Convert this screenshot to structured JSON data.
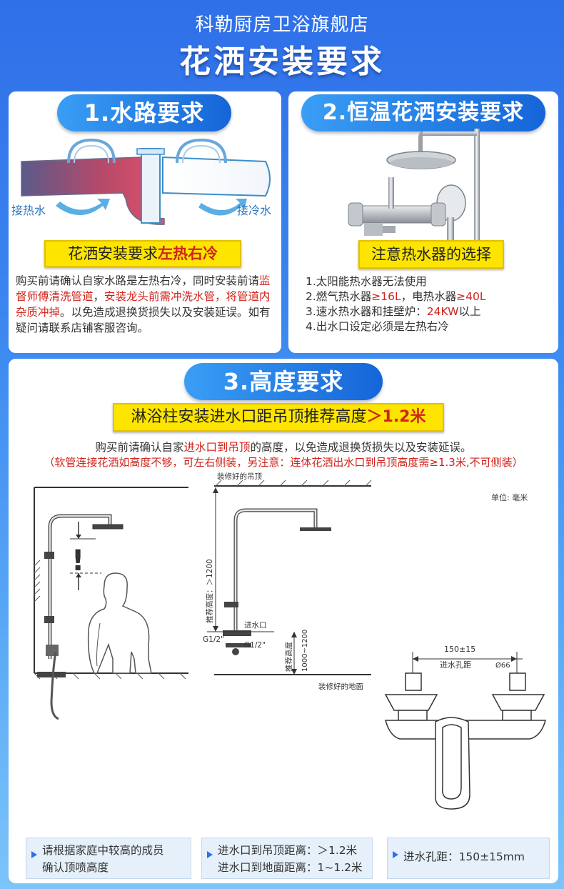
{
  "header": {
    "store": "科勒厨房卫浴旗舰店",
    "title": "花洒安装要求"
  },
  "section1": {
    "title": "1.水路要求",
    "label_hot": "接热水",
    "label_cold": "接冷水",
    "highlight_prefix": "花洒安装要求",
    "highlight_red": "左热右冷",
    "desc_p1": "购买前请确认自家水路是左热右冷，同时安装前请",
    "desc_red1": "监督师傅清洗管道",
    "desc_p2": "，",
    "desc_red2": "安装龙头前需冲洗水管，将管道内杂质冲掉",
    "desc_p3": "。以免造成退换货损失以及安装延误。如有疑问请联系店铺客服咨询。"
  },
  "section2": {
    "title": "2.恒温花洒安装要求",
    "highlight": "注意热水器的选择",
    "item1": "1.太阳能热水器无法使用",
    "item2_a": "2.燃气热水器",
    "item2_b": "≥16L",
    "item2_c": "，电热水器",
    "item2_d": "≥40L",
    "item3_a": "3.速水热水器和挂壁炉：",
    "item3_b": "24KW",
    "item3_c": "以上",
    "item4": "4.出水口设定必须是左热右冷"
  },
  "section3": {
    "title": "3.高度要求",
    "highlight_prefix": "淋浴柱安装进水口距吊顶推荐高度",
    "highlight_red": "＞1.2米",
    "desc_a": "购买前请确认自家",
    "desc_b": "进水口到吊顶",
    "desc_c": "的高度，以免造成退换货损失以及安装延误。",
    "warning": "（软管连接花洒如高度不够，可左右侧装，另注意：连体花洒出水口到吊顶高度需≥1.3米,不可侧装）",
    "diagram": {
      "ceiling": "装修好的吊顶",
      "floor": "装修好的地面",
      "unit": "单位: 毫米",
      "rec_height_top": "推荐高度：＞1200",
      "inlet": "进水口",
      "g_left": "G1/2\"",
      "g_right": "G1/2\"",
      "rec_height_bottom_a": "推荐高度",
      "rec_height_bottom_b": "1000~1200",
      "distance_value": "150±15",
      "distance_label": "进水孔距",
      "diameter": "Ø66",
      "exclaim": "!"
    },
    "notes": {
      "n1_line1": "请根据家庭中较高的成员",
      "n1_line2": "确认顶喷高度",
      "n2_line1": "进水口到吊顶距离：＞1.2米",
      "n2_line2": "进水口到地面距离：1~1.2米",
      "n3_line1": "进水孔距：150±15mm"
    }
  },
  "colors": {
    "accent_blue": "#1565d8",
    "highlight_yellow": "#fde500",
    "warning_red": "#d0241c"
  }
}
